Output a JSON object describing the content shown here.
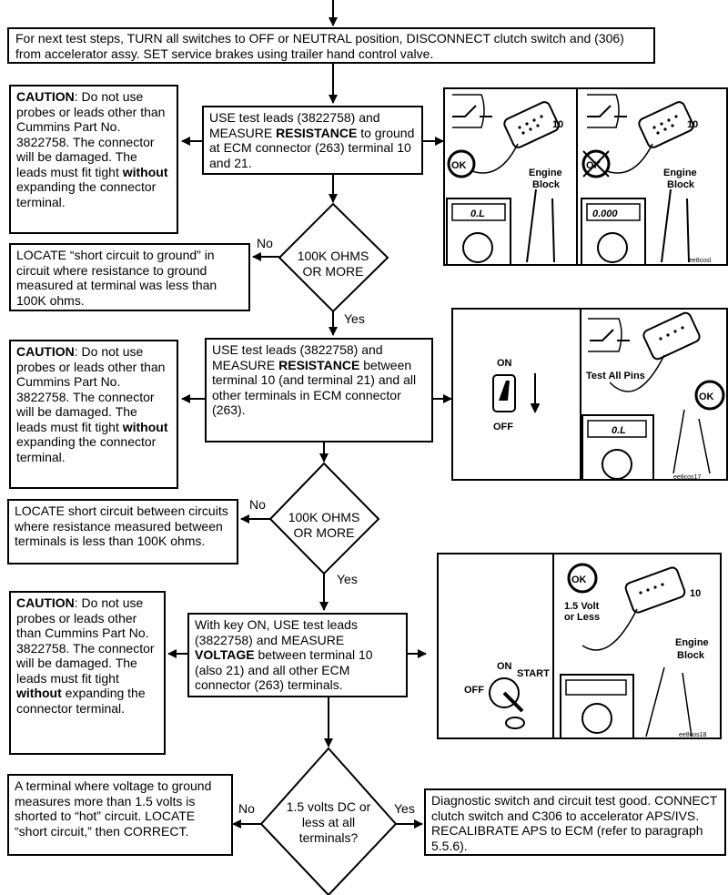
{
  "top_box": "For next test steps, TURN all switches to OFF or NEUTRAL position, DISCONNECT clutch switch and (306) from accelerator assy. SET service brakes using trailer hand control valve.",
  "caution": {
    "label": "CAUTION",
    "pre": ": Do not use probes or leads other than Cummins Part No. 3822758. The connector will be damaged. The leads must fit tight ",
    "bold": "without",
    "post": " expanding the connector terminal."
  },
  "step1": {
    "pre": "USE test leads (3822758) and MEASURE ",
    "bold": "RESISTANCE",
    "post": " to ground at ECM connector (263) terminal 10 and 21."
  },
  "decision1": "100K OHMS OR MORE",
  "no_action1": "LOCATE “short circuit to ground” in circuit where resistance to ground measured at terminal was less than 100K ohms.",
  "step2": {
    "pre": "USE test leads (3822758) and MEASURE ",
    "bold": "RESISTANCE",
    "post": " between terminal 10 (and terminal 21) and all other terminals in ECM connector (263)."
  },
  "decision2": "100K OHMS OR MORE",
  "no_action2": "LOCATE short circuit between circuits where resistance measured between terminals is less than 100K ohms.",
  "step3": {
    "pre": "With key ON, USE test leads (3822758) and MEASURE ",
    "bold": "VOLTAGE",
    "post": " between terminal 10 (also 21) and all other ECM connector (263) terminals."
  },
  "decision3": "1.5 volts DC or less at all terminals?",
  "no_action3": "A terminal where voltage to ground measures more than 1.5 volts is shorted to “hot” circuit. LOCATE “short circuit,” then CORRECT.",
  "yes_action3": "Diagnostic switch and circuit test good. CONNECT clutch switch and C306 to accelerator APS/IVS. RECALIBRATE APS to ECM (refer to paragraph 5.5.6).",
  "labels": {
    "no": "No",
    "yes": "Yes"
  },
  "illus1": {
    "terminal": "10",
    "ok": "OK",
    "engine": "Engine",
    "block": "Block",
    "reading_ok": "0.L",
    "reading_bad": "0.000",
    "code": "ee8cosl"
  },
  "illus2": {
    "on": "ON",
    "off": "OFF",
    "test_all": "Test All Pins",
    "ok": "OK",
    "reading": "0.L",
    "code": "ee8cos17"
  },
  "illus3": {
    "ok": "OK",
    "volt_line1": "1.5 Volt",
    "volt_line2": "or Less",
    "terminal": "10",
    "engine": "Engine",
    "block": "Block",
    "on": "ON",
    "start": "START",
    "off": "OFF",
    "code": "ee8cos18"
  }
}
